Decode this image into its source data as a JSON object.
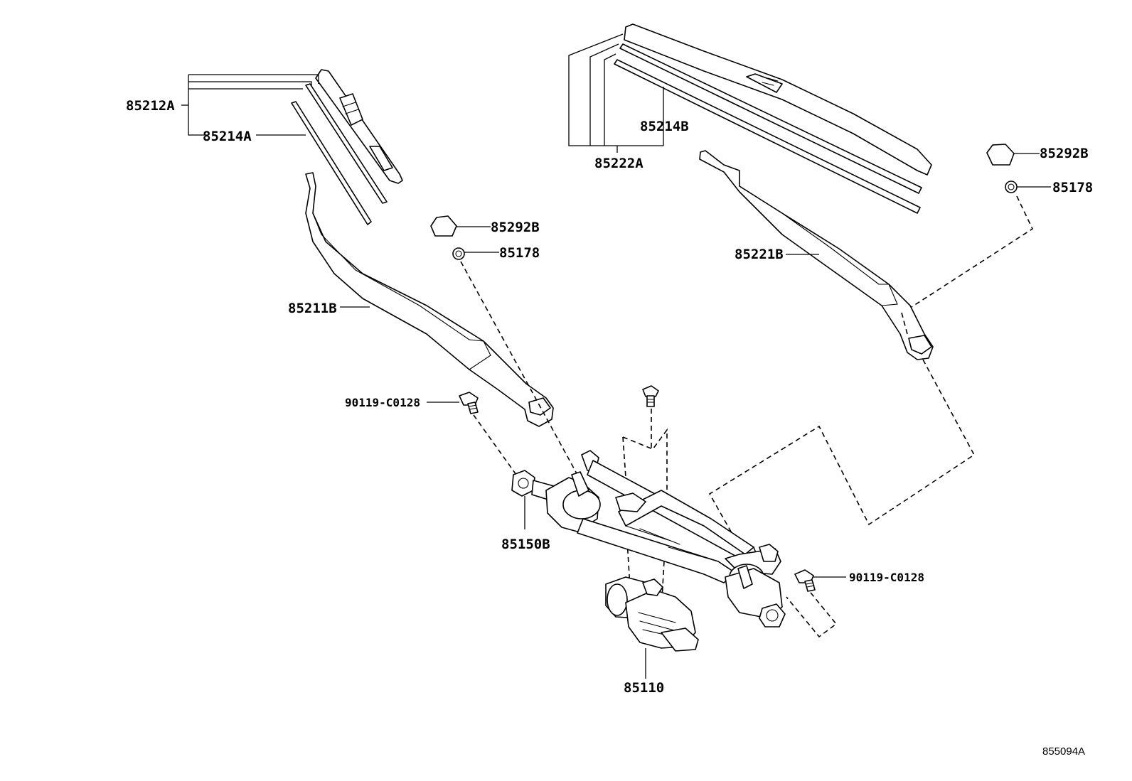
{
  "labels": {
    "blade_left": "85212A",
    "rubber_left": "85214A",
    "rubber_right": "85214B",
    "blade_right": "85222A",
    "cap_left": "85292B",
    "nut_left": "85178",
    "arm_left": "85211B",
    "cap_right": "85292B",
    "nut_right": "85178",
    "arm_right": "85221B",
    "bolt_left": "90119-C0128",
    "bolt_right": "90119-C0128",
    "link": "85150B",
    "motor": "85110"
  },
  "figure_code": "855094A"
}
